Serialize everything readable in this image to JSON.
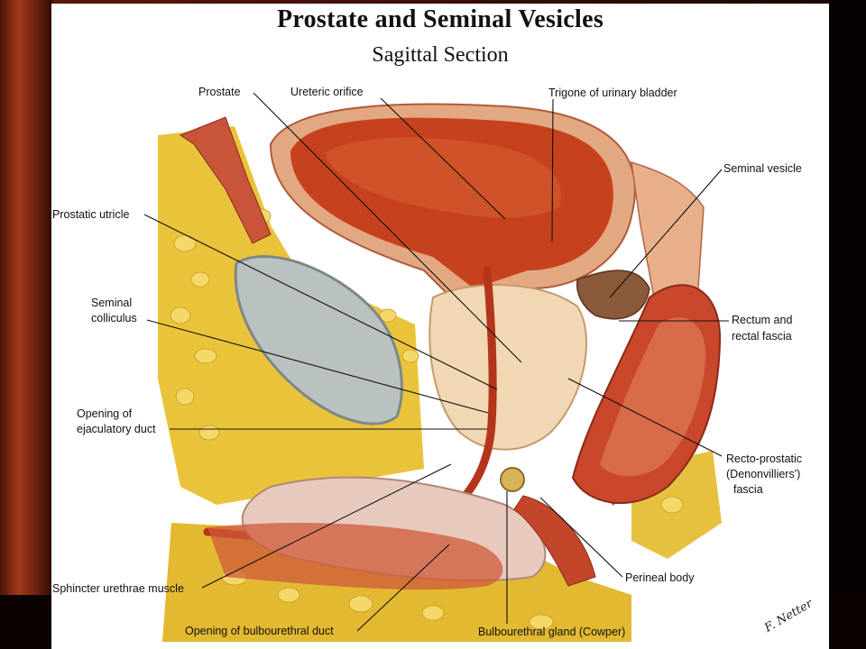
{
  "title": "Prostate and Seminal Vesicles",
  "subtitle": "Sagittal Section",
  "labels": {
    "prostate": "Prostate",
    "ureteric_orifice": "Ureteric orifice",
    "trigone": "Trigone of urinary bladder",
    "seminal_vesicle": "Seminal vesicle",
    "prostatic_utricle": "Prostatic utricle",
    "seminal_colliculus_1": "Seminal",
    "seminal_colliculus_2": "colliculus",
    "rectum_1": "Rectum and",
    "rectum_2": "rectal fascia",
    "ejaculatory_1": "Opening of",
    "ejaculatory_2": "ejaculatory duct",
    "recto_prostatic_1": "Recto-prostatic",
    "recto_prostatic_2": "(Denonvilliers')",
    "recto_prostatic_3": "fascia",
    "perineal_body": "Perineal body",
    "sphincter": "Sphincter urethrae muscle",
    "bulbourethral_duct": "Opening of bulbourethral duct",
    "bulbourethral_gland": "Bulbourethral gland (Cowper)"
  },
  "signature": "F. Netter"
}
